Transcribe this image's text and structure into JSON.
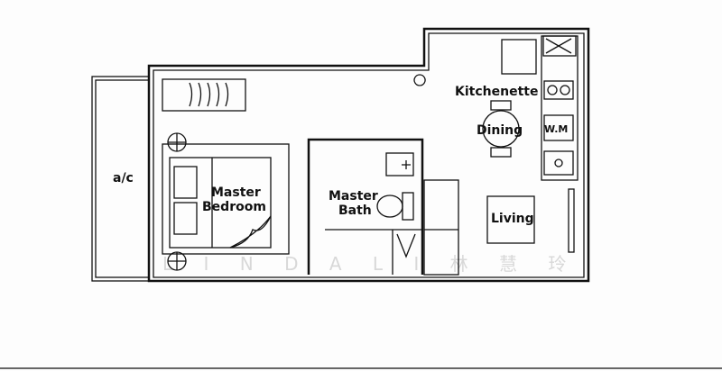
{
  "floor_plan": {
    "rooms": {
      "ac": "a/c",
      "master_bedroom_line1": "Master",
      "master_bedroom_line2": "Bedroom",
      "master_bath_line1": "Master",
      "master_bath_line2": "Bath",
      "kitchenette": "Kitchenette",
      "dining": "Dining",
      "living": "Living",
      "washing_machine": "W.M"
    },
    "watermark": "L I N D A  L I  林 慧 玲"
  }
}
